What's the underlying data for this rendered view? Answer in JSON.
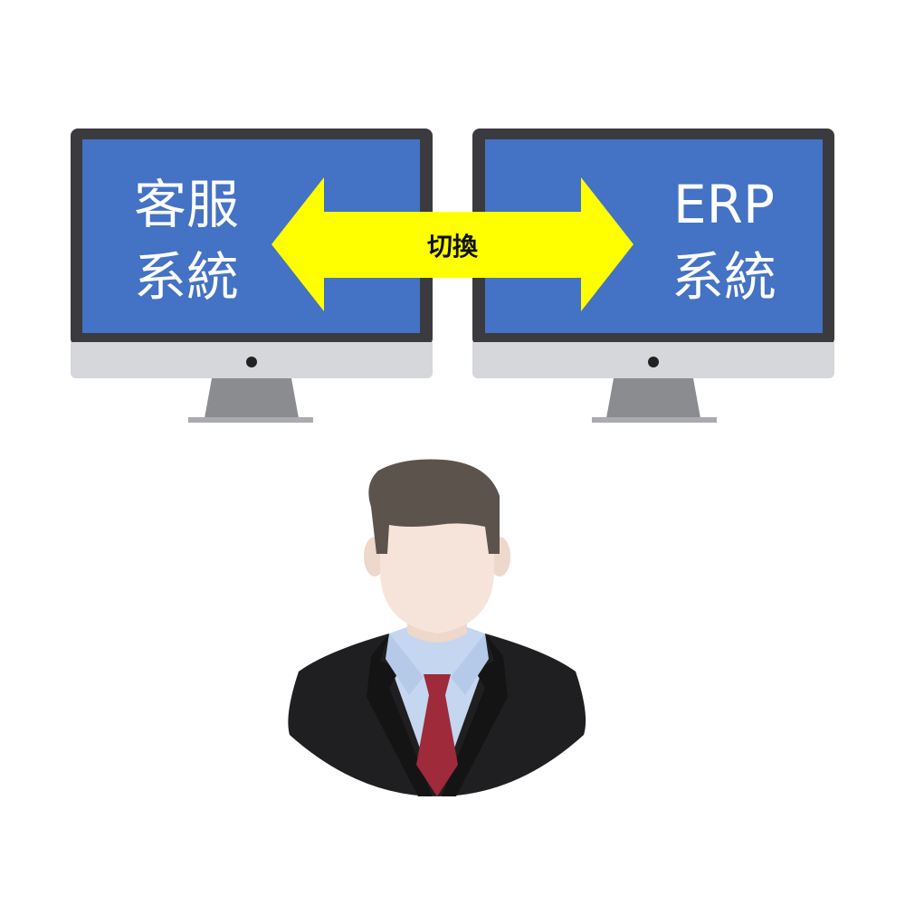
{
  "monitors": {
    "left": {
      "line1": "客服",
      "line2": "系統"
    },
    "right": {
      "line1": "ERP",
      "line2": "系統"
    }
  },
  "arrow": {
    "label": "切換"
  },
  "colors": {
    "screen_blue": "#4472C4",
    "bezel": "#3B3B3F",
    "chin": "#D5D7DB",
    "stand": "#8A8C8F",
    "arrow_yellow": "#FFFF00",
    "suit": "#1F1F21",
    "tie": "#9E2A3A",
    "shirt": "#C4D6F0",
    "skin": "#F6E4DA",
    "hair": "#5C534D"
  },
  "icons": {
    "person": "businessman-avatar-icon",
    "monitor": "desktop-monitor-icon",
    "arrow": "double-headed-arrow-icon"
  }
}
